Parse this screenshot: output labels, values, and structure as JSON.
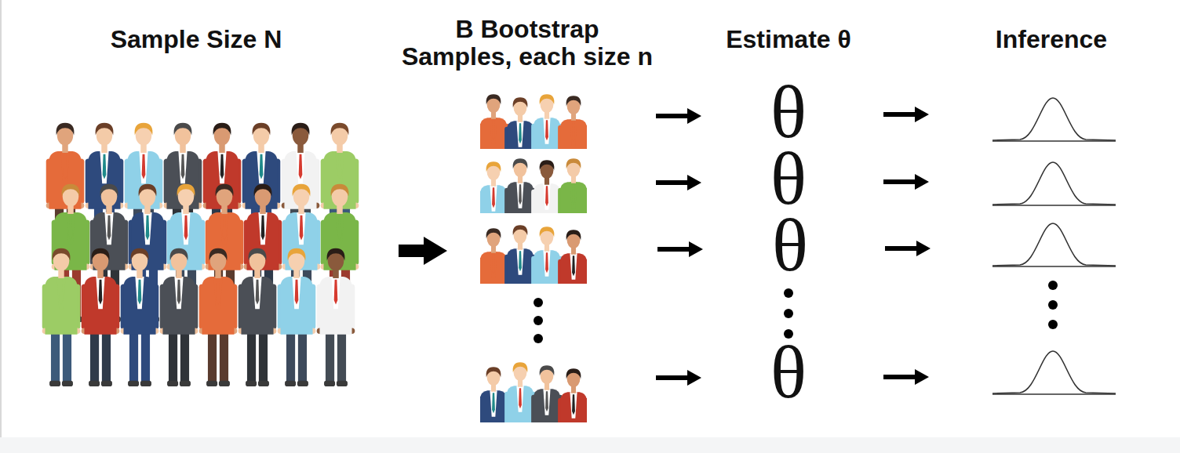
{
  "diagram": {
    "labels": [
      "Sample Size N",
      "B Bootstrap Samples, each size n",
      "Estimate θ",
      "Inference",
      "θ",
      "θ",
      "θ",
      "θ"
    ]
  }
}
